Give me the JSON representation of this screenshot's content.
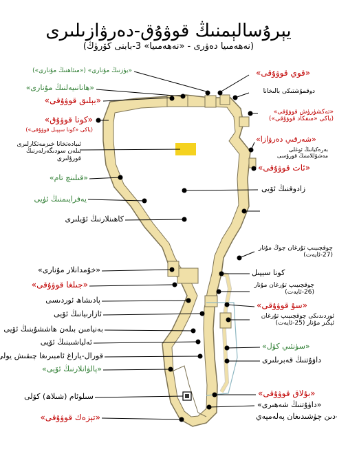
{
  "title": "يېرۇسالېمنىڭ قوۋۇق-دەرۋازىلىرى",
  "subtitle": "(نەھەمىيا دەۋرى - «نەھەمىيا» 3-بابنى كۆرۈڭ)",
  "colors": {
    "wall_fill": "#f0e0a8",
    "wall_stroke": "#7d7354",
    "temple_marker": "#f5d21f",
    "red_label": "#c00000",
    "green_label": "#2e7d32",
    "pool_outline": "#8fb8c2"
  },
  "labels": {
    "yuzning": "«يۈزنىڭ مۇنارى» («مىئاھنىڭ مۇنارى»)",
    "hananeel": "«ھانانىيەلنىڭ مۇنارى»",
    "beliq": "«بېلىق قوۋۇقى»",
    "kona_gate": "«كونا قوۋۇق»",
    "kona_gate_alt": "(ياكى «كونا سېپىل قوۋۇقى»)",
    "temple": "ئىبادەتخانا خىزمەتكارلىرى بىلەن سودىگەرلەرنىڭ قورۇلىرى",
    "qilinch": "«قىلىنچ تام»",
    "efrayim": "يەفرايىمنىڭ ئۈيى",
    "priests": "كاھىنلارنىڭ ئۆيلىرى",
    "qoy_gate": "«قوي قوۋۇقى»",
    "dovelet": "دوقمۇشتىكى بالىخانا",
    "inspection": "«تەكشۈرۈش قوۋۇقى» (ياكى «مىفكاد قوۋۇقى»)",
    "east_gate": "«شەرقىي دەرۋازا»",
    "east_gate_desc": "بەرەكيانىڭ ئوغلى مەشۇللامنىڭ قورۇسى",
    "horse_gate": "«ئات قوۋۇقى»",
    "zadok": "زادوقنىڭ ئۆيى",
    "big_tower": "چوقچىيىپ تۇرغان چوڭ مۇنار (27-ئايەت)",
    "kona_wall": "كونا سېپىل",
    "tower26": "چوقچىيىپ تۇرغان مۇنار (26-ئايەت)",
    "water_gate": "«سۇ قوۋۇقى»",
    "tower25": "ئوردىدىكى چوقچىيىپ تۇرغان ئېگىز مۇنار (25-ئايەت)",
    "ovens": "«خۇمدانلار مۇنارى»",
    "valley_gate": "«جىلغا قوۋۇقى»",
    "palace": "پادىشاھ ئوردىسى",
    "azariah": "ئازارىيانىڭ ئۆيى",
    "benjamin": "بەنيامىن بىلەن ھاششۇبنىڭ ئۆيى",
    "eliashib": "ئەلياشىبنىڭ ئۆيى",
    "stairs": "قورال-ياراغ ئامبىرىغا چىقىش يولى",
    "heroes": "«پالۋانلارنىڭ ئۆيى»",
    "king_pool": "«سۈنئىي كۆل»",
    "david_tombs": "داۋۇتنىڭ قەبرىلىرى",
    "siloam": "سىلوئام (شىلاھ) كۆلى",
    "fountain_gate": "«بۇلاق قوۋۇقى»",
    "city_of_david": "«داۋۇتنىڭ شەھىرى»",
    "city_of_david_desc": "-دىن چۈشىدىغان پەلەمپەي",
    "dung_gate": "«تېزەك قوۋۇقى»"
  }
}
